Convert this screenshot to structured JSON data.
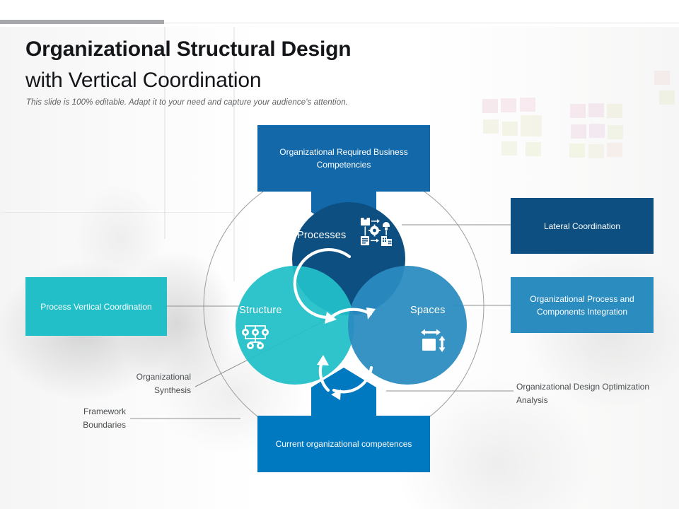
{
  "slide": {
    "title_line1": "Organizational Structural Design",
    "title_line2": "with Vertical Coordination",
    "subtitle": "This slide is 100% editable. Adapt it to your need and capture your audience's attention."
  },
  "diagram": {
    "type": "venn-three-circle",
    "circles": [
      {
        "id": "processes",
        "label": "Processes",
        "color": "#0d4f80",
        "icon": "process-flow-icon"
      },
      {
        "id": "structure",
        "label": "Structure",
        "color": "#22bfc9",
        "icon": "hierarchy-tree-icon"
      },
      {
        "id": "spaces",
        "label": "Spaces",
        "color": "#2b8cc0",
        "icon": "resize-dimensions-icon"
      }
    ],
    "callouts": [
      {
        "id": "top",
        "text": "Organizational Required Business Competencies",
        "color": "#1268a8",
        "position": "top"
      },
      {
        "id": "bottom",
        "text": "Current organizational competences",
        "color": "#0079c1",
        "position": "bottom"
      },
      {
        "id": "left",
        "text": "Process Vertical Coordination",
        "color": "#22bfc9",
        "position": "left"
      },
      {
        "id": "right1",
        "text": "Lateral Coordination",
        "color": "#0d4f80",
        "position": "right-top"
      },
      {
        "id": "right2",
        "text": "Organizational Process and Components Integration",
        "color": "#2b8cc0",
        "position": "right-bottom"
      }
    ],
    "plain_labels": [
      {
        "id": "org-synthesis",
        "text": "Organizational Synthesis"
      },
      {
        "id": "framework",
        "text": "Framework Boundaries"
      },
      {
        "id": "optimization",
        "text": "Organizational Design Optimization Analysis"
      }
    ]
  },
  "theme": {
    "accent_bar": "#a6a8ab",
    "navy": "#0d4f80",
    "blue": "#1268a8",
    "bright_blue": "#0079c1",
    "mid_blue": "#2b8cc0",
    "teal": "#22bfc9",
    "text_dark": "#14161a",
    "text_muted": "#4a4d50"
  }
}
